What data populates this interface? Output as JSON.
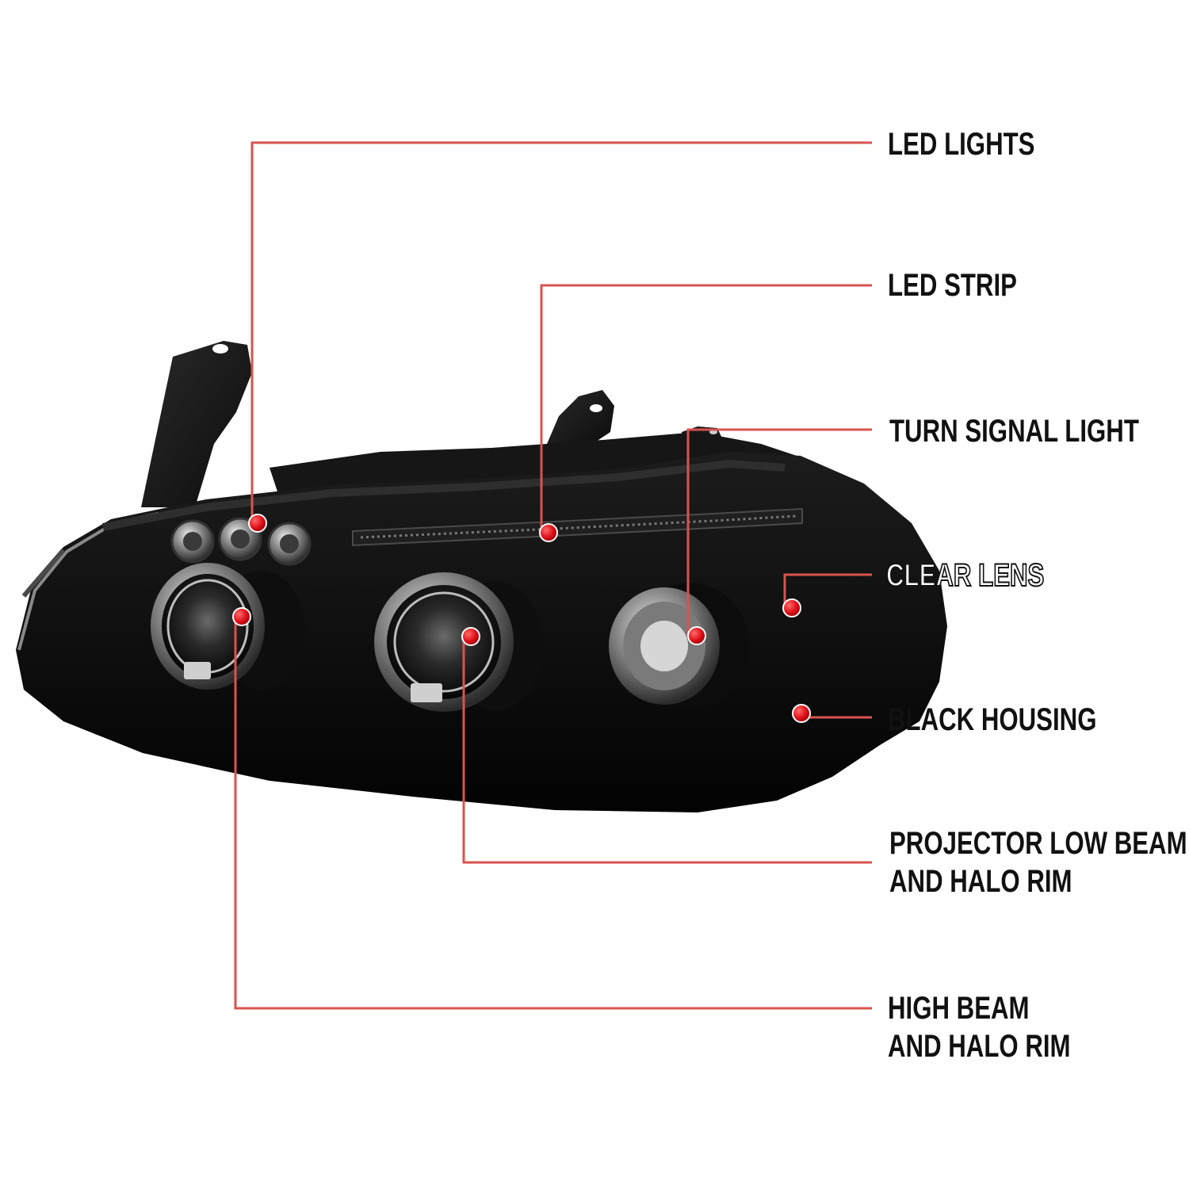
{
  "callouts": {
    "led_lights": "LED LIGHTS",
    "led_strip": "LED STRIP",
    "turn_signal": "TURN SIGNAL LIGHT",
    "clear_lens": "CLEAR LENS",
    "black_housing": "BLACK HOUSING",
    "projector_line1": "PROJECTOR LOW BEAM",
    "projector_line2": "AND HALO RIM",
    "high_beam_line1": "HIGH BEAM",
    "high_beam_line2": "AND HALO RIM"
  },
  "colors": {
    "leader_line": "#d9534f",
    "marker": "#e0101a",
    "housing": "#0a0a0a",
    "background": "#ffffff"
  }
}
